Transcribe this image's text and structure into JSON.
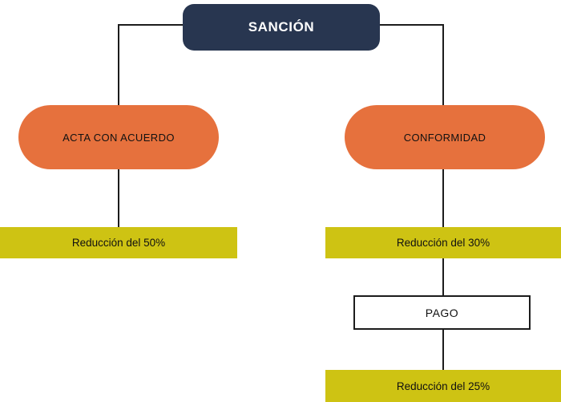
{
  "diagram": {
    "type": "flowchart",
    "title_node": {
      "id": "sancion",
      "label": "SANCIÓN",
      "shape": "rounded-rectangle",
      "color": "#283650",
      "text_color": "#ffffff"
    },
    "branches": [
      {
        "id": "left",
        "node": {
          "id": "acta-con-acuerdo",
          "label": "ACTA CON ACUERDO",
          "shape": "pill",
          "color": "#e6713d",
          "text_color": "#111111"
        },
        "steps": [
          {
            "id": "reduccion-50",
            "label": "Reducción del 50%",
            "shape": "band",
            "color": "#cec313",
            "text_color": "#111111"
          }
        ]
      },
      {
        "id": "right",
        "node": {
          "id": "conformidad",
          "label": "CONFORMIDAD",
          "shape": "pill",
          "color": "#e6713d",
          "text_color": "#111111"
        },
        "steps": [
          {
            "id": "reduccion-30",
            "label": "Reducción del 30%",
            "shape": "band",
            "color": "#cec313",
            "text_color": "#111111"
          },
          {
            "id": "pago",
            "label": "PAGO",
            "shape": "rectangle-outline",
            "color": "#ffffff",
            "text_color": "#111111"
          },
          {
            "id": "reduccion-25",
            "label": "Reducción del 25%",
            "shape": "band",
            "color": "#cec313",
            "text_color": "#111111"
          }
        ]
      }
    ],
    "connector_color": "#1c1c1c",
    "background": "#ffffff"
  }
}
